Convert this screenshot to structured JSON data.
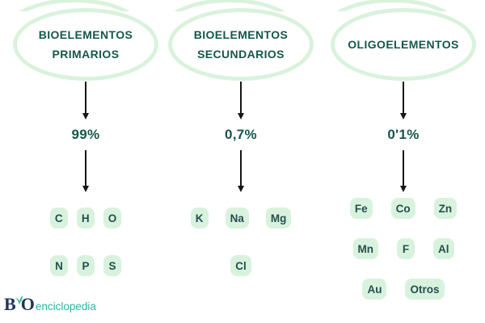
{
  "palette": {
    "background": "#ffffff",
    "ellipse_border": "#d9f2dc",
    "heading_text": "#17564c",
    "percent_text": "#17564c",
    "box_bg": "#d8f2de",
    "box_text": "#24504e",
    "arrow": "#161616",
    "logo_dark": "#21355a",
    "logo_teal": "#2fb3a4",
    "leaf_green": "#2fae71",
    "leaf_teal": "#35b8a0"
  },
  "columns": [
    {
      "id": "bioelementos-primarios",
      "title_lines": [
        "BIOELEMENTOS",
        "PRIMARIOS"
      ],
      "percent": "99%",
      "rows": [
        [
          "C",
          "H",
          "O"
        ],
        [
          "N",
          "P",
          "S"
        ]
      ]
    },
    {
      "id": "bioelementos-secundarios",
      "title_lines": [
        "BIOELEMENTOS",
        "SECUNDARIOS"
      ],
      "percent": "0,7%",
      "rows": [
        [
          "K",
          "Na",
          "Mg"
        ],
        [
          "Cl"
        ]
      ]
    },
    {
      "id": "oligoelementos",
      "title_lines": [
        "OLIGOELEMENTOS"
      ],
      "percent": "0'1%",
      "rows": [
        [
          "Fe",
          "Co",
          "Zn"
        ],
        [
          "Mn",
          "F",
          "Al"
        ],
        [
          "Au",
          "Otros"
        ]
      ]
    }
  ],
  "logo": {
    "prefix": "B",
    "o": "O",
    "suffix": "enciclopedia"
  }
}
